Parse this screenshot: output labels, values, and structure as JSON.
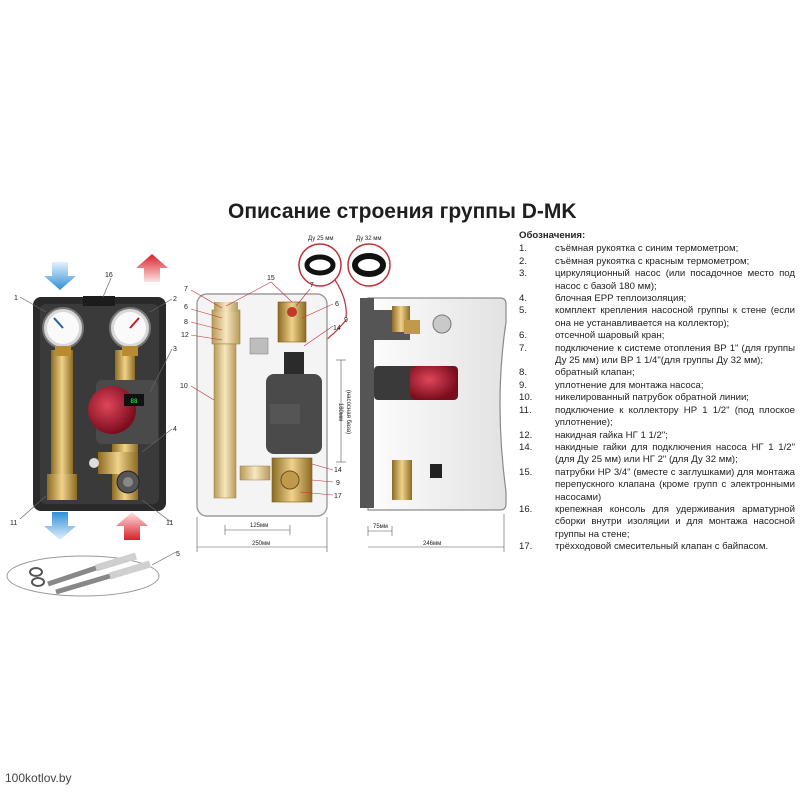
{
  "title": "Описание строения группы D-MK",
  "legend": {
    "heading": "Обозначения:",
    "items": [
      {
        "n": "1.",
        "text": "съёмная рукоятка с синим термометром;"
      },
      {
        "n": "2.",
        "text": "съёмная рукоятка с красным термометром;"
      },
      {
        "n": "3.",
        "text": "циркуляционный насос (или посадочное место под насос с базой 180 мм);"
      },
      {
        "n": "4.",
        "text": "блочная EPP теплоизоляция;"
      },
      {
        "n": "5.",
        "text": "комплект крепления насосной группы к стене (если она не устанавливается на коллектор);"
      },
      {
        "n": "6.",
        "text": "отсечной шаровый кран;"
      },
      {
        "n": "7.",
        "text": "подключение к системе отопления ВР 1\" (для группы Ду 25 мм) или ВР 1 1/4\"(для группы Ду 32 мм);"
      },
      {
        "n": "8.",
        "text": "обратный клапан;"
      },
      {
        "n": "9.",
        "text": "уплотнение для монтажа насоса;"
      },
      {
        "n": "10.",
        "text": "никелированный патрубок обратной линии;"
      },
      {
        "n": "11.",
        "text": "подключение к коллектору НР 1 1/2\" (под плоское уплотнение);"
      },
      {
        "n": "12.",
        "text": "накидная гайка НГ 1 1/2\";"
      },
      {
        "n": "14.",
        "text": "накидные гайки для подключения насоса НГ 1 1/2\" (для Ду 25 мм) или НГ 2\" (для Ду 32 мм);"
      },
      {
        "n": "15.",
        "text": "патрубки НР 3/4\" (вместе с заглушками) для монтажа перепускного клапана (кроме групп с электронными насосами)"
      },
      {
        "n": "16.",
        "text": "крепежная консоль для удерживания арматурной сборки внутри изоляции и для монтажа насосной группы на стене;"
      },
      {
        "n": "17.",
        "text": "трёхходовой смесительный клапан с байпасом."
      }
    ]
  },
  "seals": {
    "du25": "Ду 25 мм",
    "du32": "Ду 32 мм"
  },
  "left_callouts": {
    "c1": "1",
    "c16": "16",
    "c2": "2",
    "c3": "3",
    "c4": "4",
    "c11a": "11",
    "c11b": "11",
    "c5": "5"
  },
  "mid_callouts": {
    "c7a": "7",
    "c6a": "6",
    "c8": "8",
    "c12": "12",
    "c10": "10",
    "c15": "15",
    "c7b": "7",
    "c6b": "6",
    "c14a": "14",
    "c9a": "9",
    "c14b": "14",
    "c9b": "9",
    "c17": "17"
  },
  "dimensions": {
    "w125": "125мм",
    "w250": "250мм",
    "h180": "180мм",
    "h180_note": "(насосная база)",
    "w75": "75мм",
    "w246": "246мм"
  },
  "colors": {
    "blue_arrow": "#2f8fd8",
    "red_arrow": "#d8202a",
    "insulation": "#2a2a2a",
    "brass": "#c9a24a",
    "pump": "#b0182c"
  },
  "watermark": "100kotlov.by"
}
